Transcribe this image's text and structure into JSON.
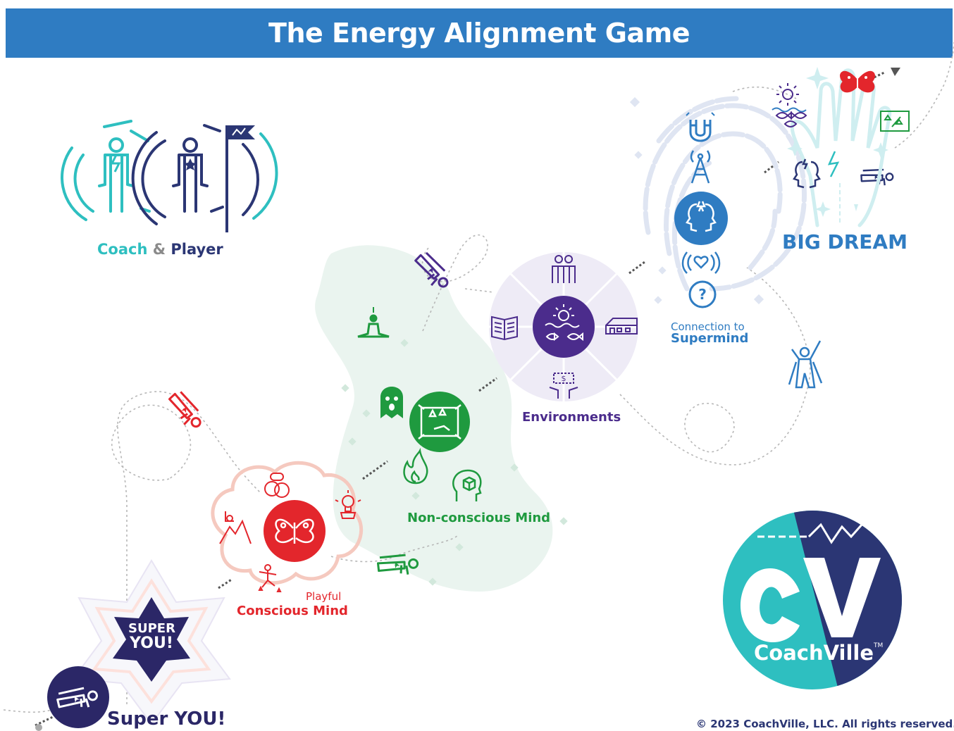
{
  "title": "The Energy Alignment Game",
  "coach_player": {
    "coach": "Coach",
    "amp": "&",
    "player": "Player"
  },
  "stages": {
    "super_you": "Super YOU!",
    "star_line1": "SUPER",
    "star_line2": "YOU!",
    "conscious_pre": "Playful",
    "conscious": "Conscious Mind",
    "nonconscious": "Non-conscious Mind",
    "environments": "Environments",
    "supermind_pre": "Connection to",
    "supermind": "Supermind",
    "big_dream": "BIG DREAM"
  },
  "logo": {
    "brand": "CoachVille",
    "tm": "TM"
  },
  "copyright": "© 2023 CoachVille, LLC. All rights reserved.",
  "colors": {
    "header": "#2f7cc2",
    "red": "#e3262c",
    "green": "#1f9a3f",
    "purple": "#4b2c8c",
    "blue": "#2f7cc2",
    "teal": "#2ebfc0",
    "navy": "#2b3674"
  },
  "icons": [
    "coach-figure-icon",
    "player-figure-icon",
    "flag-icon",
    "flying-hero-icon",
    "meditation-icon",
    "ghost-icon",
    "treasure-map-icon",
    "flame-icon",
    "head-cube-icon",
    "butterfly-icon",
    "brain-icon",
    "lightbulb-icon",
    "mountain-climber-icon",
    "chat-heads-icon",
    "book-icon",
    "house-icon",
    "money-hands-icon",
    "people-icon",
    "sun-sea-icon",
    "magnet-icon",
    "antenna-icon",
    "faces-icon",
    "heart-signal-icon",
    "question-icon",
    "hand-icon",
    "sun-icon",
    "fish-icon",
    "map-icon",
    "caped-hero-icon",
    "superhero-star-icon",
    "arrow-icon"
  ]
}
